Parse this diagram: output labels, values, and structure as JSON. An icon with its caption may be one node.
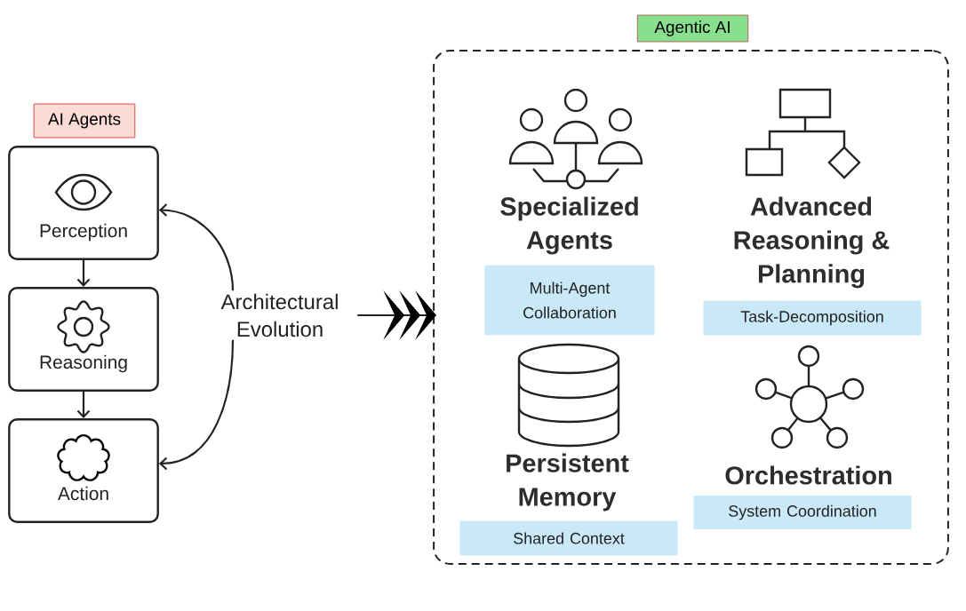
{
  "diagram": {
    "nodes": [
      {
        "text": [
          "AI Agents"
        ]
      },
      {
        "text": [
          "Perception"
        ]
      },
      {
        "text": [
          "Reasoning"
        ]
      },
      {
        "text": [
          "Action"
        ]
      },
      {
        "text": [
          "Architectural Evolution"
        ]
      },
      {
        "text": [
          "Agentic AI"
        ]
      },
      {
        "text": [
          "Multi-Agent Collaboration"
        ],
        "in": 5
      },
      {
        "text": [
          "Task-Decomposition"
        ],
        "in": 5
      },
      {
        "text": [
          "Shared Context"
        ],
        "in": 5
      },
      {
        "text": [
          "System Coordination"
        ],
        "in": 5
      }
    ],
    "edges": [
      {
        "from": 1,
        "to": 2,
        "arrow": "to"
      },
      {
        "from": 2,
        "to": 3,
        "arrow": "to"
      },
      {
        "from": 4,
        "to": 1,
        "arrow": "to"
      },
      {
        "from": 4,
        "to": 3,
        "arrow": "to"
      },
      {
        "from": 4,
        "to": 5,
        "arrow": "to"
      }
    ],
    "labels": [
      "Specialized Agents",
      "Advanced Reasoning & Planning",
      "Persistent Memory",
      "Orchestration"
    ]
  }
}
